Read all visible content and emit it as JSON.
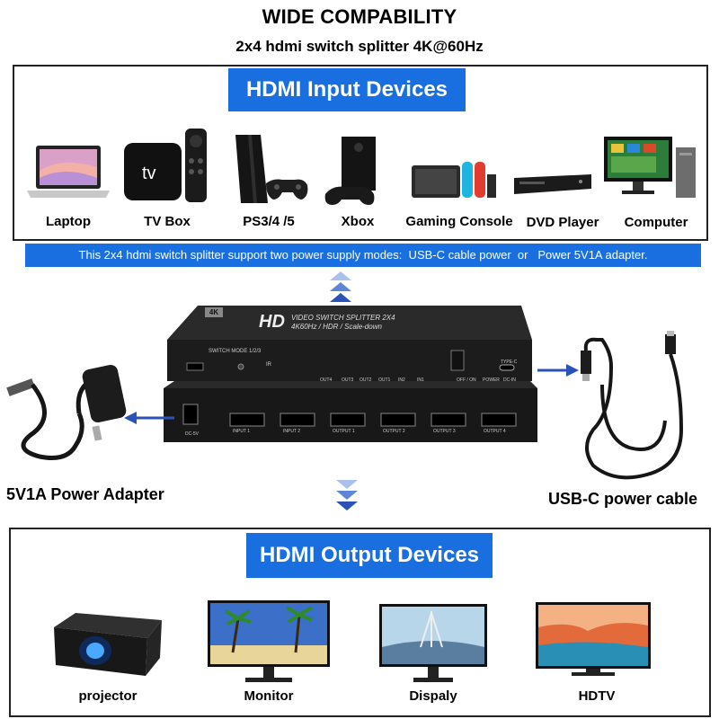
{
  "header": {
    "title": "WIDE COMPABILITY",
    "subtitle": "2x4 hdmi switch splitter 4K@60Hz"
  },
  "input_section": {
    "banner": "HDMI  Input Devices",
    "devices": [
      {
        "label": "Laptop",
        "icon": "laptop-icon"
      },
      {
        "label": "TV Box",
        "icon": "tv-box-icon"
      },
      {
        "label": "PS3/4 /5",
        "icon": "game-console-icon"
      },
      {
        "label": "Xbox",
        "icon": "xbox-icon"
      },
      {
        "label": "Gaming Console",
        "icon": "handheld-console-icon"
      },
      {
        "label": "DVD Player",
        "icon": "dvd-player-icon"
      },
      {
        "label": "Computer",
        "icon": "desktop-computer-icon"
      }
    ]
  },
  "info_bar": "This 2x4 hdmi switch splitter support two power supply modes:  USB-C cable power  or   Power 5V1A adapter.",
  "device": {
    "badge": "4K",
    "brand": "HD",
    "model_line1": "VIDEO SWITCH SPLITTER 2X4",
    "model_line2": "4K60Hz / HDR / Scale-down",
    "switch_mode": "SWITCH MODE 1/2/3",
    "ir": "IR",
    "front_labels": [
      "OUT4",
      "OUT3",
      "OUT2",
      "OUT1",
      "IN2",
      "IN1"
    ],
    "power_label": "OFF / ON",
    "power_led": "POWER",
    "type_c": "TYPE-C",
    "dc_in": "DC-IN",
    "rear_ports": [
      "INPUT 1",
      "INPUT 2",
      "OUTPUT 1",
      "OUTPUT 2",
      "OUTPUT 3",
      "OUTPUT 4"
    ],
    "dc5v": "DC-5V"
  },
  "power": {
    "adapter_label": "5V1A Power Adapter",
    "usbc_label": "USB-C power cable"
  },
  "output_section": {
    "banner": "HDMI Output Devices",
    "devices": [
      {
        "label": "projector",
        "icon": "projector-icon"
      },
      {
        "label": "Monitor",
        "icon": "monitor-icon"
      },
      {
        "label": "Dispaly",
        "icon": "display-icon"
      },
      {
        "label": "HDTV",
        "icon": "hdtv-icon"
      }
    ]
  },
  "colors": {
    "accent": "#1a6fe0",
    "arrow": "#2a52b8",
    "device_body": "#1c1c1c"
  }
}
